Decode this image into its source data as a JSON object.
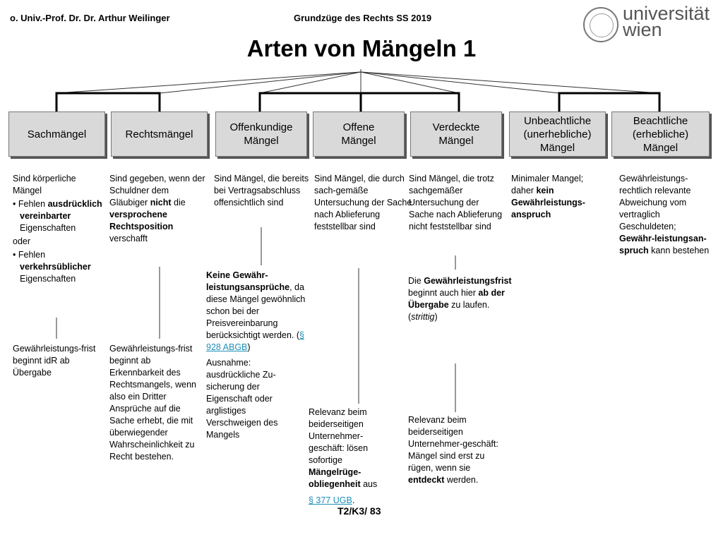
{
  "header": {
    "author": "o. Univ.-Prof. Dr. Dr. Arthur Weilinger",
    "course": "Grundzüge des Rechts SS 2019",
    "logo": "universität\nwien",
    "logo_line1": "universität",
    "logo_line2": "wien"
  },
  "title": "Arten von Mängeln 1",
  "boxes": [
    "Sachmängel",
    "Rechtsmängel",
    "Offenkundige Mängel",
    "Offene Mängel",
    "Verdeckte Mängel",
    "Unbeachtliche (unerhebliche) Mängel",
    "Beachtliche (erhebliche) Mängel"
  ],
  "col1": {
    "intro": "Sind körperliche Mängel",
    "b1_pre": "Fehlen ",
    "b1_bold": "ausdrücklich vereinbarter",
    "b1_post": " Eigenschaften",
    "oder": "oder",
    "b2_pre": "Fehlen ",
    "b2_bold": "verkehrsüblicher",
    "b2_post": " Eigenschaften",
    "bottom": "Gewährleistungs-frist beginnt idR ab Übergabe"
  },
  "col2": {
    "p1": "Sind gegeben, wenn der Schuldner dem Gläubiger ",
    "b1": "nicht",
    "p2": " die ",
    "b2": "versprochene Rechtsposition",
    "p3": " verschafft",
    "bottom": "Gewährleistungs-frist beginnt ab Erkennbarkeit des Rechtsmangels, wenn also ein Dritter Ansprüche auf die Sache erhebt, die mit überwiegender Wahrscheinlichkeit zu Recht bestehen."
  },
  "col3": {
    "intro": "Sind Mängel, die bereits bei Vertragsabschluss offensichtlich sind",
    "b1": "Keine Gewähr-leistungsansprüche",
    "p1": ", da diese Mängel gewöhnlich schon bei der Preisvereinbarung berücksichtigt werden. (",
    "link": "§ 928 ABGB",
    "p2": ")",
    "ausnahme": "Ausnahme: ausdrückliche Zu-sicherung der Eigenschaft oder arglistiges Verschweigen des Mangels"
  },
  "col4": {
    "intro": "Sind Mängel, die durch sach-gemäße Untersuchung der Sache nach Ablieferung feststellbar sind",
    "p1": "Relevanz beim beiderseitigen Unternehmer-geschäft: lösen sofortige ",
    "b1": "Mängelrüge-obliegenheit",
    "p2": " aus",
    "link": "§ 377 UGB",
    "p3": "."
  },
  "col5": {
    "intro": "Sind Mängel, die trotz sachgemäßer Untersuchung der Sache nach Ablieferung nicht feststellbar sind",
    "p1": "Die ",
    "b1": "Gewährleistungsfrist",
    "p2": " beginnt auch hier ",
    "b2": "ab der Übergabe",
    "p3": " zu laufen.",
    "p4": "(",
    "i1": "strittig",
    "p5": ")",
    "bottom_pre": "Relevanz beim beiderseitigen Unternehmer-geschäft: Mängel sind erst zu rügen, wenn sie ",
    "bottom_bold": "entdeckt",
    "bottom_post": " werden."
  },
  "col6": {
    "p1": "Minimaler Mangel; daher ",
    "b1": "kein Gewährleistungs-anspruch"
  },
  "col7": {
    "p1": "Gewährleistungs-rechtlich relevante Abweichung vom vertraglich Geschuldeten; ",
    "b1": "Gewähr-leistungsan-spruch",
    "p2": " kann bestehen"
  },
  "footer": "T2/K3/ 83"
}
